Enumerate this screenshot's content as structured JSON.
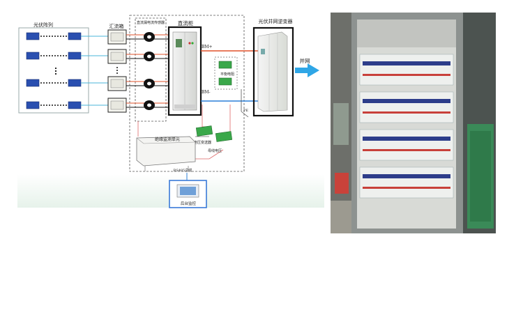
{
  "labels": {
    "pv_array": "光伏阵列",
    "combiner_box": "汇流箱",
    "dc_sensor": "直流漏电流传感器",
    "dc_cabinet": "直流柜",
    "inverter": "光伏并网逆变器",
    "grid": "并网",
    "bus_pos": "BM+",
    "bus_neg": "BM-",
    "balance_resistor": "平衡电阻",
    "ground": "PE",
    "monitor_unit": "绝缘监测单元",
    "voltage_transmitter": "电压变送器",
    "bus_voltage": "母线电压",
    "rs485": "RS485总线",
    "backend": "后台监控"
  },
  "colors": {
    "pv_panel": "#2a4fb0",
    "dc_pos_line": "#e0502a",
    "dc_neg_line": "#2a7fd8",
    "ac_line": "#2a9a3a",
    "grid_arrow": "#2fa6e6",
    "sensor": "#111111",
    "module_green": "#3aa84a",
    "backend_frame": "#3a7ad8"
  },
  "photo": {
    "subject": "cabinet-interior-photo"
  }
}
